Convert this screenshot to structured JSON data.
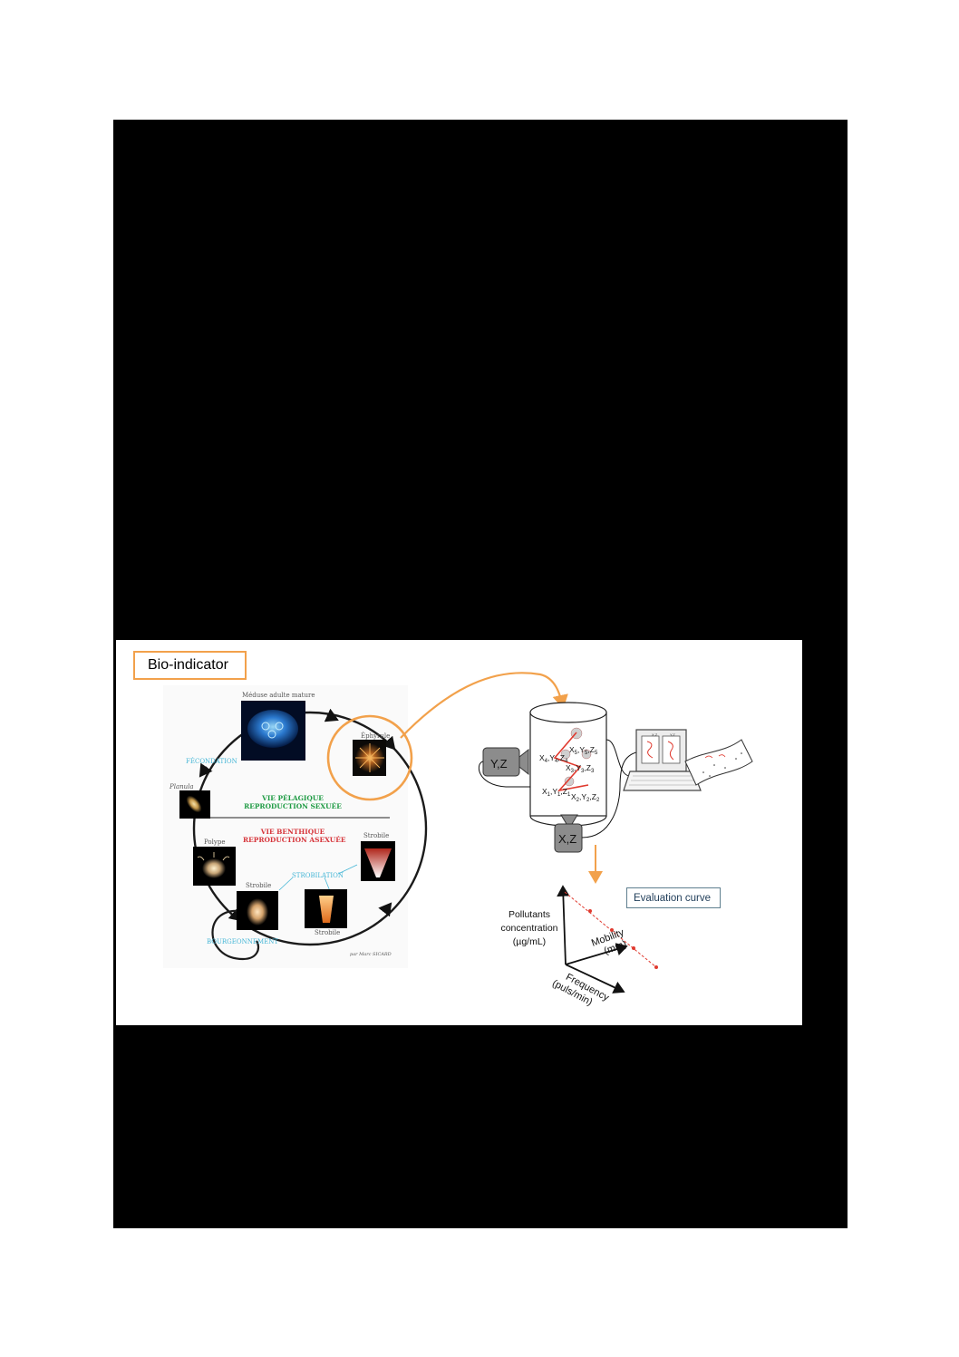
{
  "bio_indicator_label": "Bio-indicator",
  "evaluation_curve_label": "Evaluation curve",
  "life_cycle": {
    "meduse": "Méduse adulte mature",
    "ephyrule": "Éphyrule",
    "fecondation": "FÉCONDATION",
    "planula": "Planula",
    "pelagic_line1": "VIE PÉLAGIQUE",
    "pelagic_line2": "REPRODUCTION SEXUÉE",
    "benthic_line1": "VIE BENTHIQUE",
    "benthic_line2": "REPRODUCTION ASEXUÉE",
    "polype": "Polype",
    "strobile_top": "Strobile",
    "strobile_left": "Strobile",
    "strobile_bottom": "Strobile",
    "strobilation": "STROBILATION",
    "bourgeonnement": "BOURGEONNEMENT",
    "signature": "par Marc SICARD"
  },
  "tracking": {
    "camera_side": "Y,Z",
    "camera_bottom": "X,Z",
    "screen_left": "X,Z",
    "screen_right": "Y,Z"
  },
  "evaluation_chart": {
    "y_label_line1": "Pollutants",
    "y_label_line2": "concentration",
    "y_label_line3": "(µg/mL)",
    "mobility_line1": "Mobility",
    "mobility_line2": "(mm)",
    "frequency_line1": "Frequency",
    "frequency_line2": "(puls/min)"
  },
  "colors": {
    "accent_orange": "#f2a14b",
    "trajectory_red": "#e03a2f",
    "camera_gray": "#8c8c8c",
    "pelagic_green": "#1f9b44",
    "benthic_red": "#d6343a",
    "stage_cyan": "#45b6d6"
  }
}
